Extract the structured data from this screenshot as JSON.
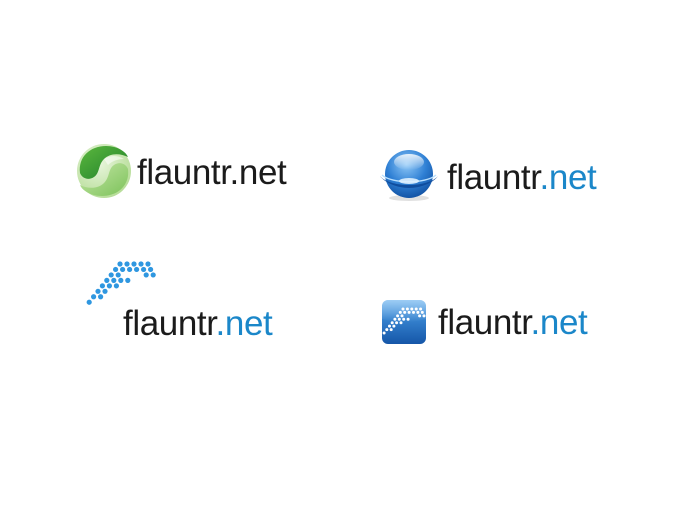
{
  "logos": [
    {
      "id": "green-swirl",
      "icon": "green-swirl-icon",
      "wordmark": {
        "name": "flauntr",
        "dot": ".",
        "tld": "net"
      }
    },
    {
      "id": "blue-sphere",
      "icon": "blue-sphere-icon",
      "wordmark": {
        "name": "flauntr",
        "dot": ".",
        "tld": "net"
      }
    },
    {
      "id": "dotted-f",
      "icon": "dotted-f-icon",
      "wordmark": {
        "name": "flauntr",
        "dot": ".",
        "tld": "net"
      }
    },
    {
      "id": "app-tile",
      "icon": "app-tile-icon",
      "wordmark": {
        "name": "flauntr",
        "dot": ".",
        "tld": "net"
      }
    }
  ],
  "colors": {
    "wordmark_text": "#1b1b1b",
    "accent_blue": "#1b87c9",
    "brand_green": "#3aa335",
    "brand_green_light": "#a8d58a",
    "sphere_blue": "#2e7fd4",
    "dot_blue": "#2f97e0",
    "tile_blue": "#1e6fc7"
  }
}
